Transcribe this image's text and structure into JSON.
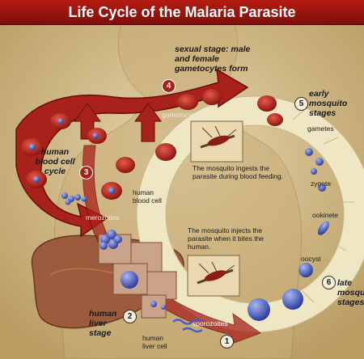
{
  "title": "Life Cycle of the Malaria Parasite",
  "stages": [
    {
      "number": "1",
      "label": ""
    },
    {
      "number": "2",
      "label": "human liver stage"
    },
    {
      "number": "3",
      "label": "human blood cell cycle"
    },
    {
      "number": "4",
      "label": "sexual stage: male and female gametocytes form"
    },
    {
      "number": "5",
      "label": "early mosquito stages"
    },
    {
      "number": "6",
      "label": "late mosquito stages"
    }
  ],
  "labels": {
    "gametocytes": "gametocytes",
    "merozoites": "merozoites",
    "human_blood_cell": "human blood cell",
    "gametes": "gametes",
    "zygote": "zygote",
    "ookinete": "ookinete",
    "oocyst": "oocyst",
    "sporozoites": "sporozoites",
    "human_liver_cell": "human liver cell"
  },
  "captions": {
    "ingests": "The mosquito ingests the parasite during blood feeding.",
    "injects": "The mosquito injects the parasite when it bites the human."
  },
  "colors": {
    "arrow_red": "#a8211a",
    "mosquito_ring": "#efe6c4",
    "parasite_blue": "#4a5ec8",
    "liver": "#9c5b3c",
    "background": "#d9c9a0"
  }
}
